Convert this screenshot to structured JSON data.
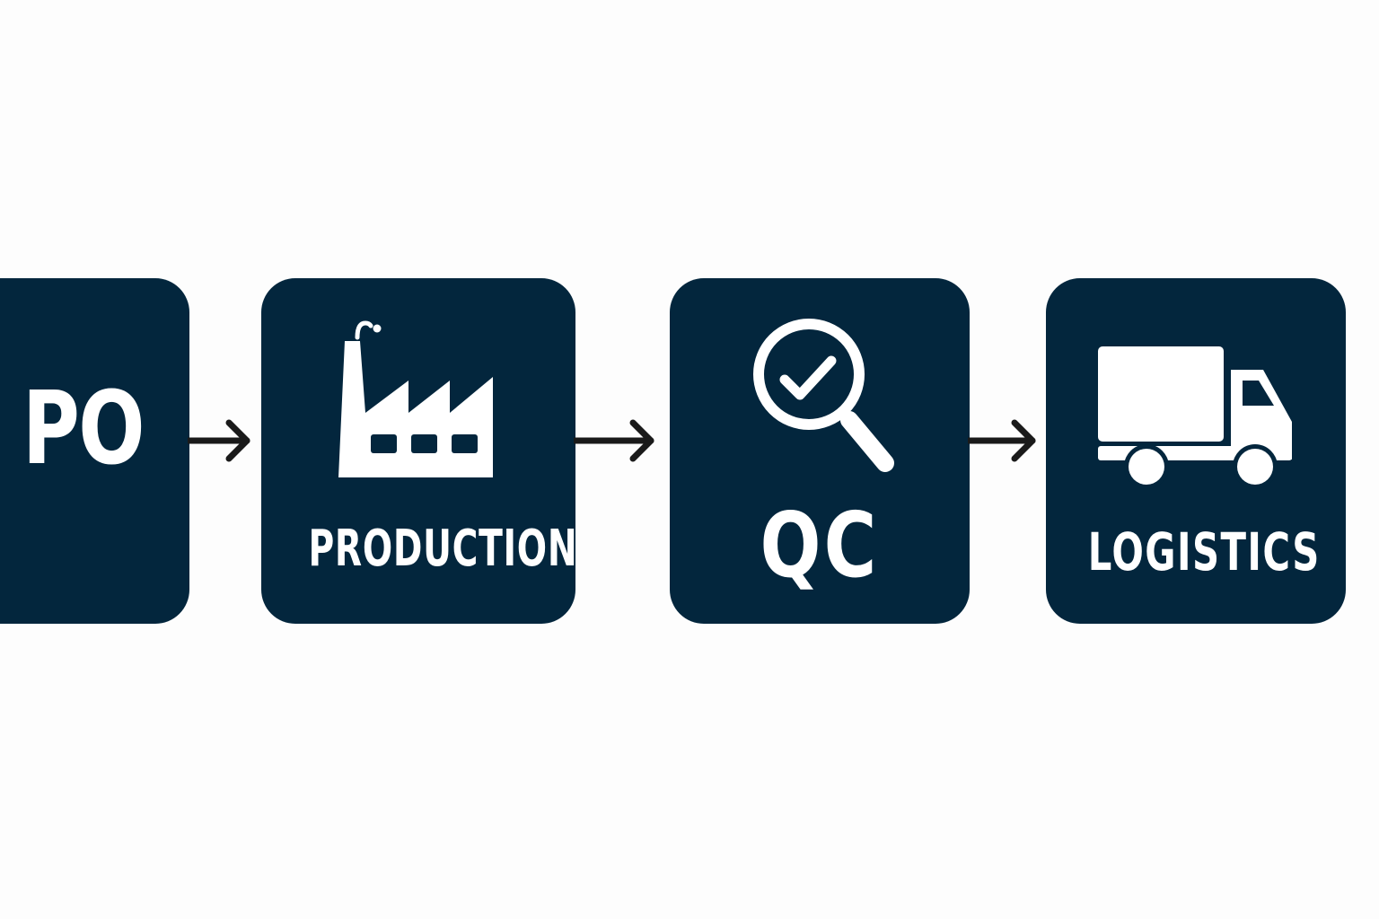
{
  "colors": {
    "box_fill": "#03263d",
    "icon_fill": "#ffffff",
    "arrow_color": "#1a1a1a",
    "background": "#fdfdfd"
  },
  "stages": [
    {
      "label": "PO",
      "icon": "none"
    },
    {
      "label": "PRODUCTION",
      "icon": "factory-icon"
    },
    {
      "label": "QC",
      "icon": "magnifier-check-icon"
    },
    {
      "label": "LOGISTICS",
      "icon": "truck-icon"
    }
  ],
  "connectors": [
    {
      "from": "PO",
      "to": "PRODUCTION",
      "icon": "arrow-right-icon"
    },
    {
      "from": "PRODUCTION",
      "to": "QC",
      "icon": "arrow-right-icon"
    },
    {
      "from": "QC",
      "to": "LOGISTICS",
      "icon": "arrow-right-icon"
    }
  ]
}
